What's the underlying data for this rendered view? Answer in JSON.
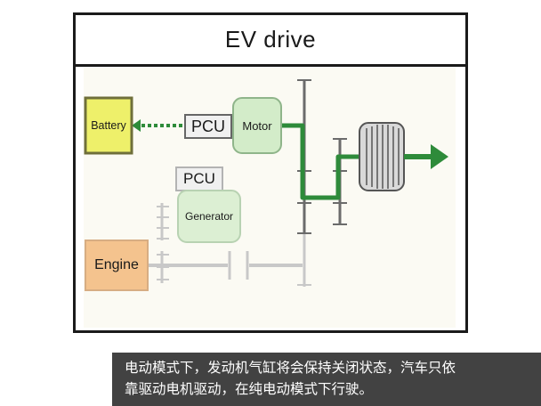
{
  "diagram": {
    "title": "EV drive",
    "labels": {
      "battery": "Battery",
      "pcu_motor": "PCU",
      "motor": "Motor",
      "pcu_generator": "PCU",
      "generator": "Generator",
      "engine": "Engine"
    },
    "colors": {
      "battery_fill": "#eef06a",
      "motor_fill": "#d3ecc9",
      "generator_fill": "#dcefd3",
      "engine_fill": "#f4c38e",
      "power_flow": "#2e8b3a",
      "inactive": "#c8c8c8",
      "active_gear": "#6b6b6b"
    }
  },
  "caption": {
    "line1": "电动模式下，发动机气缸将会保持关闭状态，汽车只依",
    "line2": "靠驱动电机驱动，在纯电动模式下行驶。"
  }
}
